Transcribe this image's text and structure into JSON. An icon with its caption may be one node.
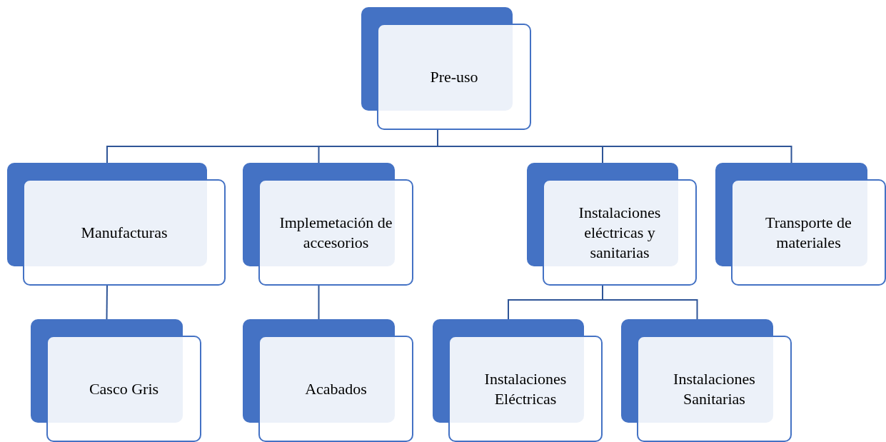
{
  "diagram": {
    "nodes": [
      {
        "text": [
          "Pre-uso"
        ]
      },
      {
        "text": [
          "Manufacturas"
        ]
      },
      {
        "text": [
          "Implemetación de accesorios"
        ]
      },
      {
        "text": [
          "Instalaciones eléctricas y sanitarias"
        ]
      },
      {
        "text": [
          "Transporte de materiales"
        ]
      },
      {
        "text": [
          "Casco Gris"
        ]
      },
      {
        "text": [
          "Acabados"
        ]
      },
      {
        "text": [
          "Instalaciones Eléctricas"
        ]
      },
      {
        "text": [
          "Instalaciones Sanitarias"
        ]
      }
    ],
    "edges": [
      {
        "from": 0,
        "to": 1,
        "arrow": "none"
      },
      {
        "from": 0,
        "to": 2,
        "arrow": "none"
      },
      {
        "from": 0,
        "to": 3,
        "arrow": "none"
      },
      {
        "from": 0,
        "to": 4,
        "arrow": "none"
      },
      {
        "from": 1,
        "to": 5,
        "arrow": "none"
      },
      {
        "from": 2,
        "to": 6,
        "arrow": "none"
      },
      {
        "from": 3,
        "to": 7,
        "arrow": "none"
      },
      {
        "from": 3,
        "to": 8,
        "arrow": "none"
      }
    ]
  }
}
